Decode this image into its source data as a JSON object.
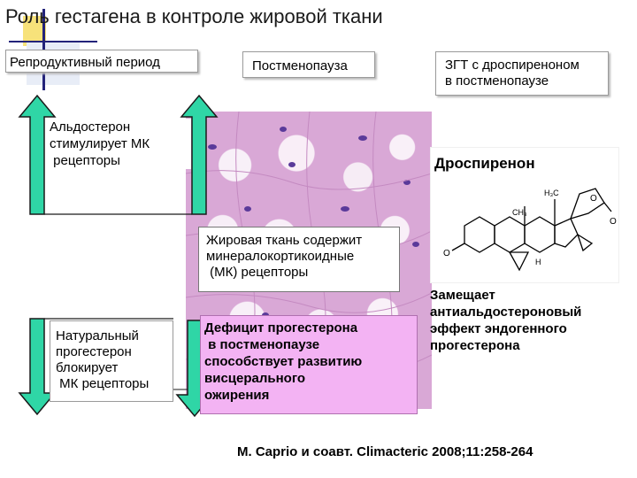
{
  "title": "Роль гестагена в контроле жировой ткани",
  "header_reproductive": "Репродуктивный период",
  "header_postmenopause": "Постменопауза",
  "header_hrt": [
    "ЗГТ с дроспиреноном",
    "в постменопаузе"
  ],
  "aldosterone_box": [
    "Альдостерон",
    "стимулирует МК",
    " рецепторы"
  ],
  "progesterone_box": [
    "Натуральный",
    "прогестерон",
    "блокирует",
    " МК рецепторы"
  ],
  "adipose_box": [
    "Жировая ткань содержит",
    "минералокортикоидные",
    " (МК) рецепторы"
  ],
  "deficit_box": [
    "Дефицит прогестерона",
    " в постменопаузе",
    "способствует развитию",
    "висцерального",
    "ожирения"
  ],
  "drospirenone": {
    "name": "Дроспиренон",
    "labels": {
      "h3c": "H₃C",
      "ch3": "CH₃",
      "o_ring": "O",
      "o_carbonyl": "O",
      "o_ketone": "O",
      "h": "H"
    }
  },
  "replaces_text": [
    "Замещает",
    "антиальдостероновый",
    "эффект эндогенного",
    "прогестерона"
  ],
  "citation": "M. Caprio и соавт. Climacteric 2008;11:258-264",
  "colors": {
    "arrow_fill": "#2fd6a6",
    "pink_box": "#f3b3f3",
    "tissue": "#d9a8d6"
  }
}
